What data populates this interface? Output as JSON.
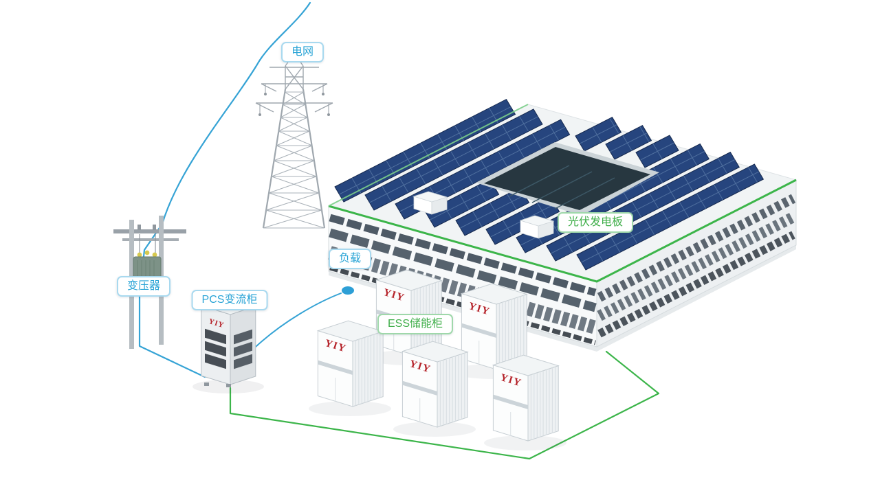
{
  "diagram": {
    "labels": {
      "grid": "电网",
      "transformer": "变压器",
      "pcs_cabinet": "PCS变流柜",
      "load": "负载",
      "ess_cabinet": "ESS储能柜",
      "pv_panels": "光伏发电板"
    },
    "cabinet_logo": "YIY",
    "colors": {
      "connection_blue": "#35a3d5",
      "connection_green": "#3cb54a",
      "label_blue": "#2aa4d6",
      "label_green": "#3fae49",
      "logo_red": "#b5232a",
      "solar_panel": "#26457e"
    }
  }
}
